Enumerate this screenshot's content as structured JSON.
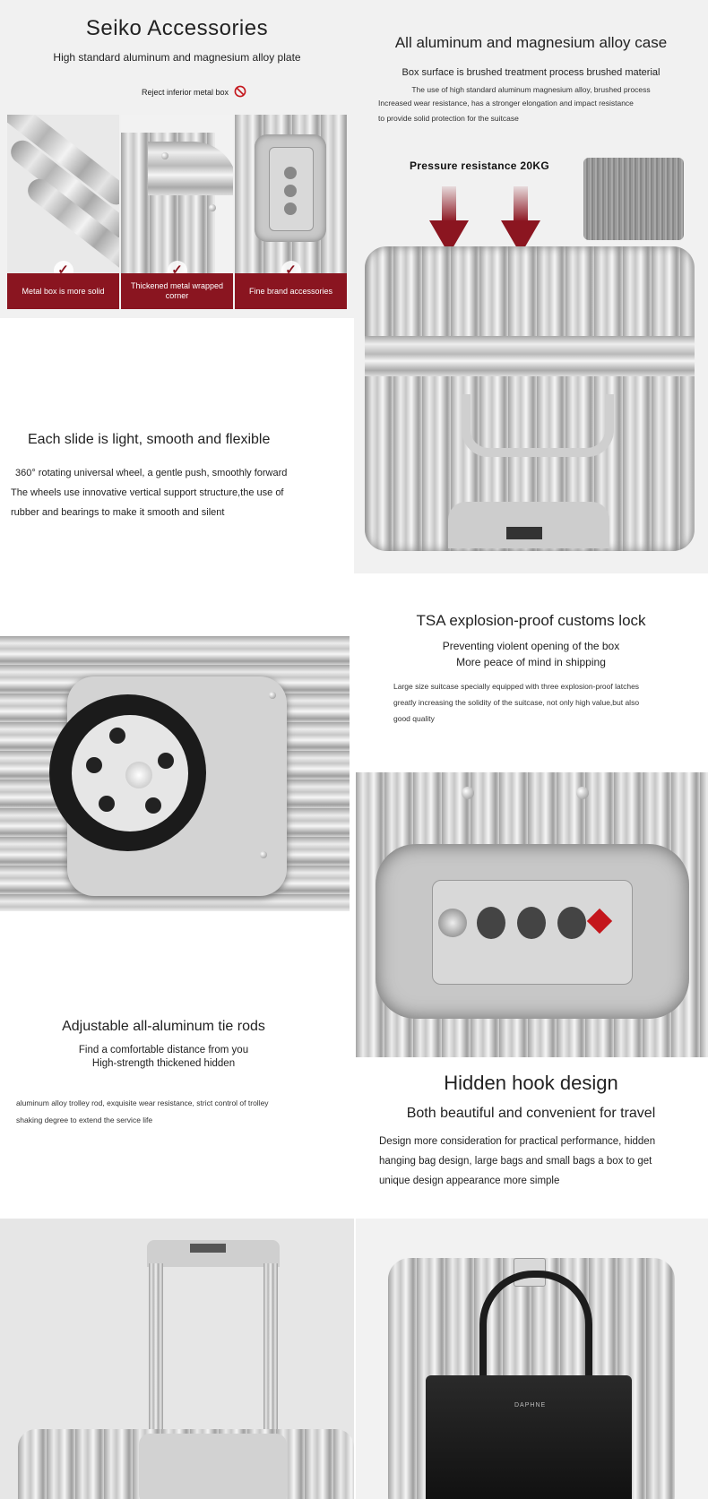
{
  "s1": {
    "title": "Seiko Accessories",
    "subtitle": "High standard aluminum and magnesium alloy plate",
    "reject": "Reject inferior metal box",
    "reject_icon": "prohibited-icon",
    "cards": [
      {
        "caption": "Metal box is more solid",
        "icon": "checkmark-icon"
      },
      {
        "caption": "Thickened metal wrapped corner",
        "icon": "checkmark-icon"
      },
      {
        "caption": "Fine brand accessories",
        "icon": "checkmark-icon"
      }
    ],
    "accent": "#8a1520"
  },
  "s2": {
    "title": "All aluminum and magnesium alloy case",
    "subtitle": "Box surface is brushed treatment process brushed material",
    "lines": [
      "The use of high standard aluminum magnesium alloy, brushed process",
      "Increased wear resistance, has a stronger elongation and impact resistance",
      "to provide solid protection for the suitcase"
    ],
    "pressure": "Pressure resistance 20KG"
  },
  "s3": {
    "title": "Each slide is light, smooth and flexible",
    "lines": [
      "360° rotating universal wheel, a gentle push, smoothly forward",
      "The wheels use innovative vertical support structure,the use of",
      "rubber and bearings to make it smooth and silent"
    ]
  },
  "s4": {
    "title": "TSA explosion-proof customs lock",
    "subtitle1": "Preventing violent opening of the box",
    "subtitle2": "More peace of mind in shipping",
    "lines": [
      "Large size suitcase specially equipped with three explosion-proof latches",
      "greatly increasing the solidity of the suitcase, not only high value,but also",
      "good quality"
    ]
  },
  "s5": {
    "title": "Adjustable all-aluminum tie rods",
    "subtitle1": "Find a comfortable distance from you",
    "subtitle2": "High-strength thickened hidden",
    "lines": [
      "aluminum alloy trolley rod, exquisite wear resistance, strict control of trolley",
      "shaking degree to extend the service life"
    ]
  },
  "s6": {
    "title": "Hidden hook design",
    "subtitle": "Both beautiful and convenient for travel",
    "lines": [
      "Design more consideration for practical performance, hidden",
      "hanging bag design, large bags and small bags a box to get",
      "unique design appearance more simple"
    ],
    "bag_brand": "DAPHNE"
  }
}
